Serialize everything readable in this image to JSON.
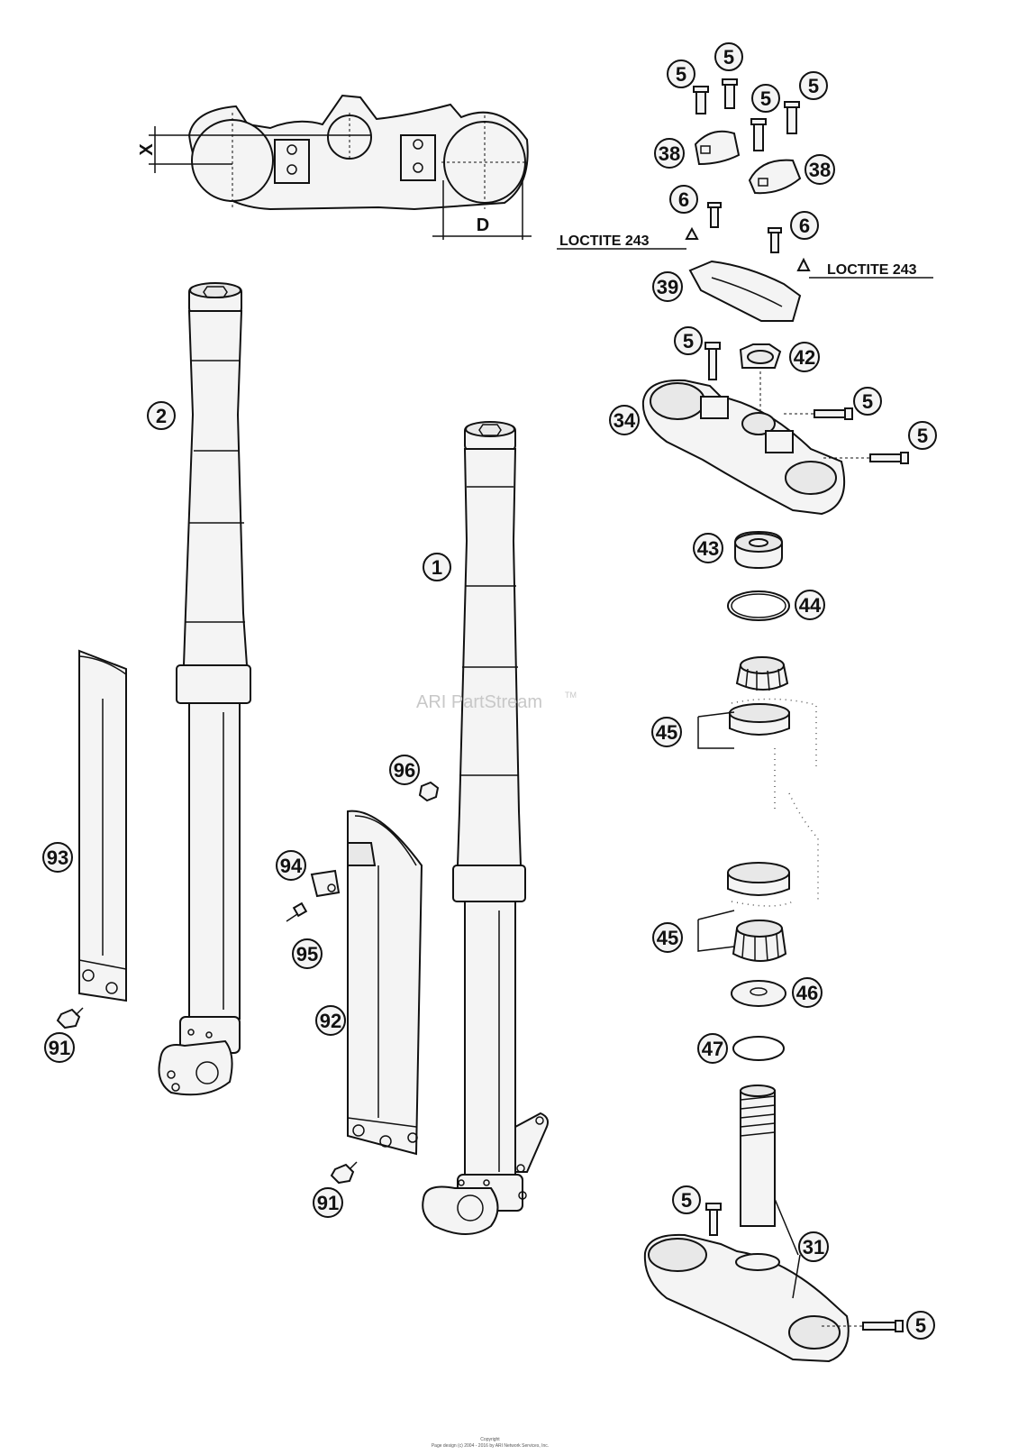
{
  "watermark": {
    "text": "ARI PartStream",
    "tm": "TM"
  },
  "footer": {
    "line1": "Copyright",
    "line2": "Page design (c) 2004 - 2016 by ARI Network Services, Inc."
  },
  "dimensions": {
    "x_label": "X",
    "d_label": "D"
  },
  "notes": {
    "loctite_left": "LOCTITE 243",
    "loctite_right": "LOCTITE 243"
  },
  "callouts": {
    "c5a": "5",
    "c5b": "5",
    "c5c": "5",
    "c5d": "5",
    "c38a": "38",
    "c38b": "38",
    "c6a": "6",
    "c6b": "6",
    "c39": "39",
    "c5e": "5",
    "c42": "42",
    "c5f": "5",
    "c34": "34",
    "c5g": "5",
    "c2": "2",
    "c1": "1",
    "c43": "43",
    "c44": "44",
    "c45a": "45",
    "c45b": "45",
    "c96": "96",
    "c94": "94",
    "c95": "95",
    "c93": "93",
    "c92": "92",
    "c91a": "91",
    "c91b": "91",
    "c46": "46",
    "c47": "47",
    "c5h": "5",
    "c31": "31",
    "c5i": "5"
  }
}
